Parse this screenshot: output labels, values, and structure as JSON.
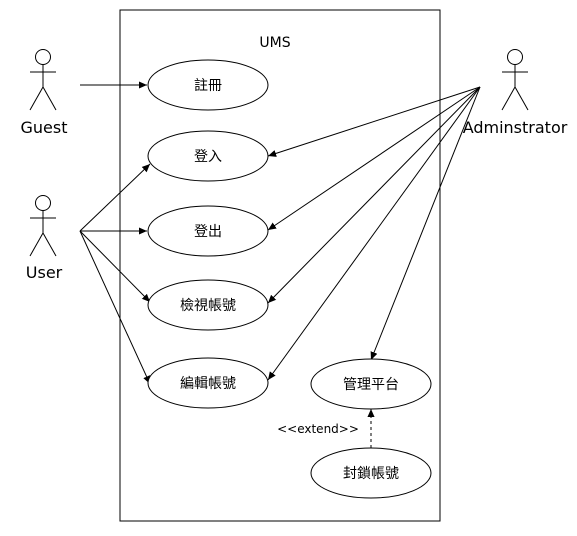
{
  "system": {
    "title": "UMS"
  },
  "actors": {
    "guest": "Guest",
    "user": "User",
    "admin": "Adminstrator"
  },
  "use_cases": {
    "register": "註冊",
    "login": "登入",
    "logout": "登出",
    "view_account": "檢視帳號",
    "edit_account": "編輯帳號",
    "admin_panel": "管理平台",
    "block_account": "封鎖帳號"
  },
  "relations": {
    "extend_label": "<<extend>>"
  }
}
